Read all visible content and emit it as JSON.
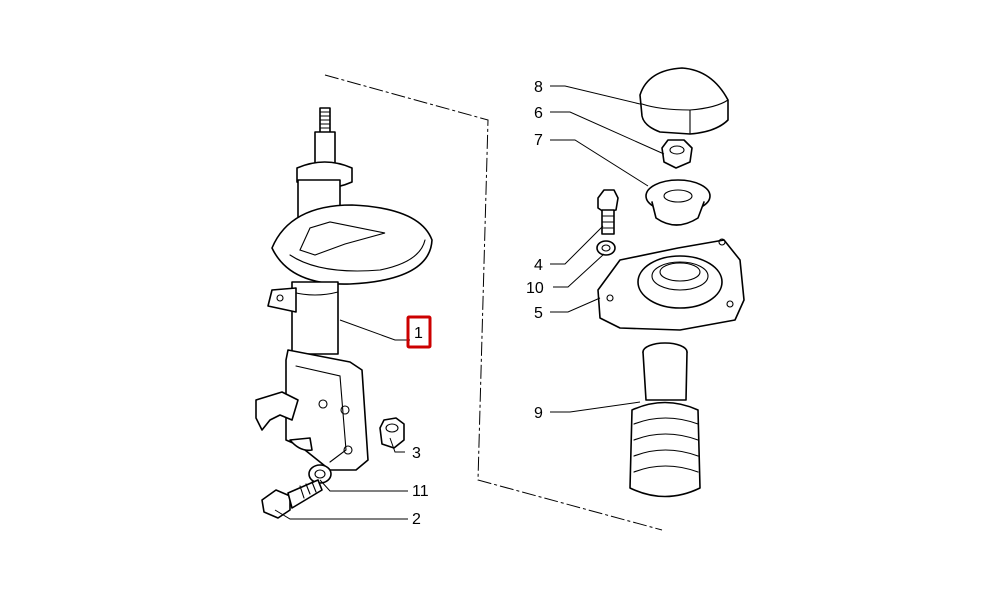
{
  "callouts": {
    "p1": "1",
    "p2": "2",
    "p3": "3",
    "p4": "4",
    "p5": "5",
    "p6": "6",
    "p7": "7",
    "p8": "8",
    "p9": "9",
    "p10": "10",
    "p11": "11"
  },
  "selected_part": "1",
  "highlight_color": "#cc0000"
}
